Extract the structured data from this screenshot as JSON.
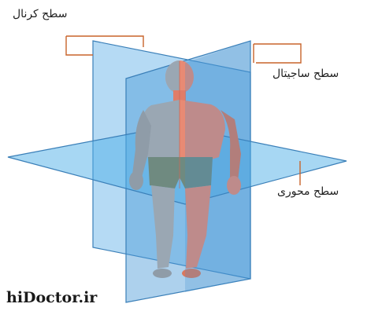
{
  "labels": {
    "coronal": "سطح كرنال",
    "sagittal": "سطح ساجيتال",
    "axial": "سطح محوری"
  },
  "watermark": "hiDoctor.ir",
  "colors": {
    "plane_fill": "#4fa3e0",
    "plane_edge": "#3a7fb8",
    "skin": "#e88a74",
    "skin_shadow": "#c96a58",
    "gray_half": "#9aa7b3",
    "shorts": "#6f8a80",
    "pointer_line": "#c8632a",
    "text": "#222222"
  }
}
